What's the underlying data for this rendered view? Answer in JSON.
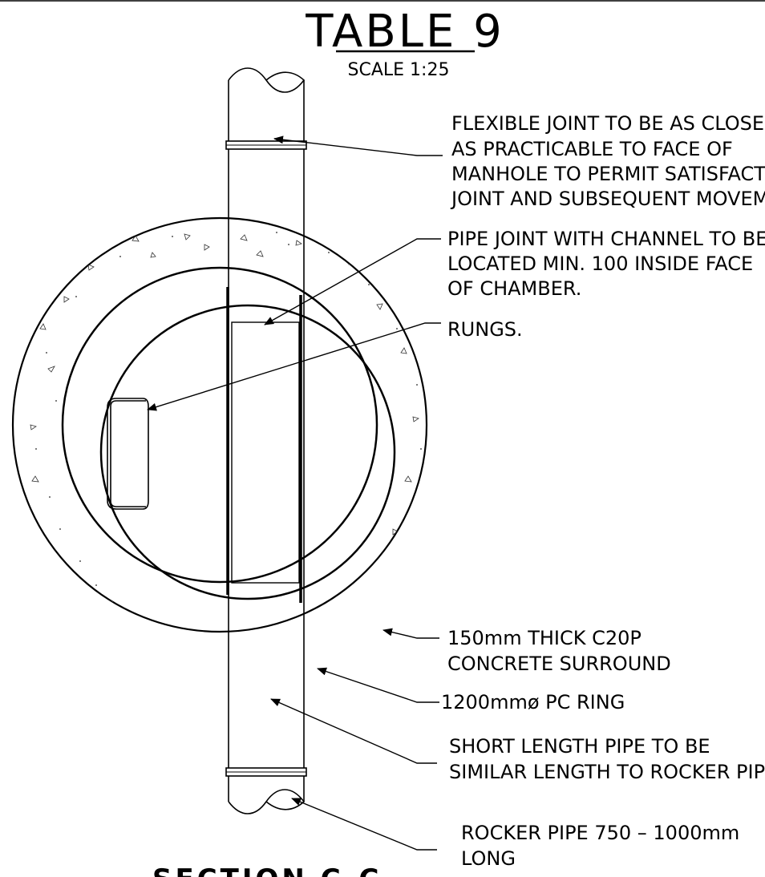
{
  "title": "TABLE 9",
  "scale": "SCALE 1:25",
  "notes": {
    "flexible_joint": [
      "FLEXIBLE JOINT TO BE AS CLOSE",
      "AS PRACTICABLE TO FACE OF",
      "MANHOLE TO PERMIT SATISFACTORY",
      "JOINT AND SUBSEQUENT MOVEMENT."
    ],
    "pipe_joint": [
      "PIPE JOINT WITH CHANNEL TO BE",
      "LOCATED MIN. 100 INSIDE FACE",
      "OF CHAMBER."
    ],
    "rungs": [
      "RUNGS."
    ],
    "concrete": [
      "150mm THICK C20P",
      "CONCRETE SURROUND"
    ],
    "pc_ring": [
      "1200mmø PC RING"
    ],
    "short_pipe": [
      "SHORT LENGTH PIPE TO BE",
      "SIMILAR LENGTH TO ROCKER PIPE."
    ],
    "rocker_pipe": [
      "ROCKER PIPE 750 – 1000mm",
      "LONG"
    ]
  },
  "section_label": "SECTION C-C",
  "colors": {
    "line": "#000000",
    "background": "#ffffff"
  }
}
